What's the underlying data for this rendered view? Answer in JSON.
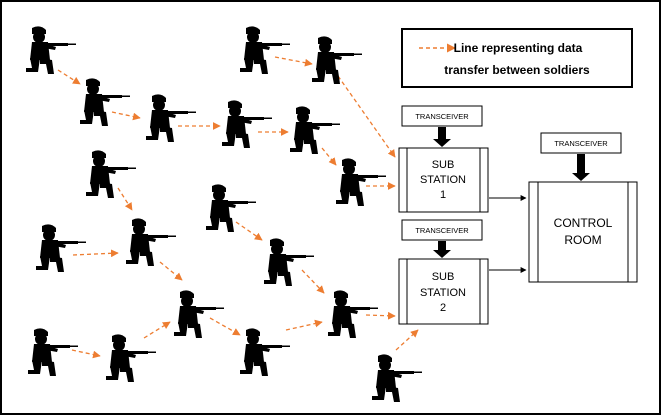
{
  "legend": {
    "line1": "Line representing data",
    "line2": "transfer between soldiers"
  },
  "nodes": {
    "transceiver_sub1": "TRANSCEIVER",
    "transceiver_sub2": "TRANSCEIVER",
    "transceiver_control": "TRANSCEIVER",
    "substation1": [
      "SUB",
      "STATION",
      "1"
    ],
    "substation2": [
      "SUB",
      "STATION",
      "2"
    ],
    "control_room": [
      "CONTROL",
      "ROOM"
    ]
  },
  "colors": {
    "data_link": "#ED7D31",
    "border": "#000000",
    "soldier": "#000000"
  },
  "icons": {
    "soldier": "soldier-icon"
  }
}
